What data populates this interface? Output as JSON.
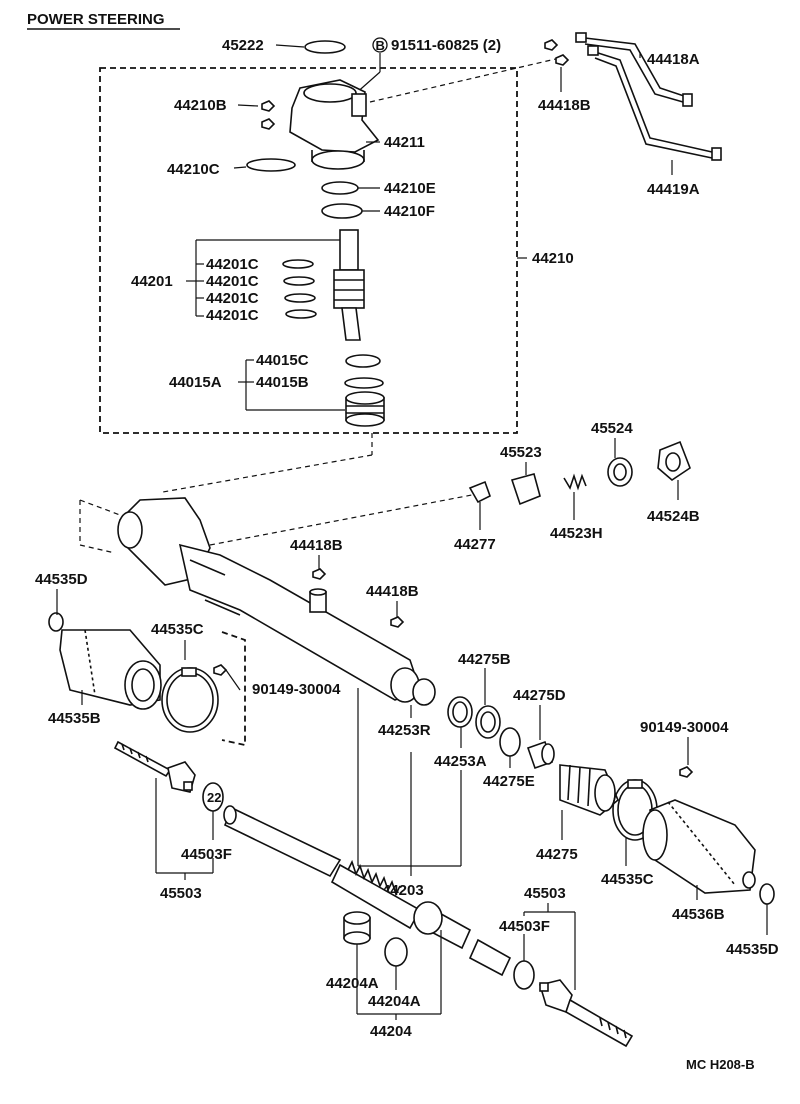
{
  "title": "POWER STEERING",
  "footer_code": "MC H208-B",
  "circled_b": "B",
  "labels": {
    "l45222": "45222",
    "l91511": "91511-60825 (2)",
    "l44418A": "44418A",
    "l44418B_top": "44418B",
    "l44419A": "44419A",
    "l44210B": "44210B",
    "l44211": "44211",
    "l44210C": "44210C",
    "l44210E": "44210E",
    "l44210F": "44210F",
    "l44201": "44201",
    "l44201C_1": "44201C",
    "l44201C_2": "44201C",
    "l44201C_3": "44201C",
    "l44201C_4": "44201C",
    "l44210": "44210",
    "l44015A": "44015A",
    "l44015C": "44015C",
    "l44015B": "44015B",
    "l45523": "45523",
    "l45524": "45524",
    "l44523H": "44523H",
    "l44524B": "44524B",
    "l44277": "44277",
    "l44418B_mid1": "44418B",
    "l44418B_mid2": "44418B",
    "l44535D_left": "44535D",
    "l44535C_left": "44535C",
    "l90149_left": "90149-30004",
    "l44535B": "44535B",
    "l44275B": "44275B",
    "l44275D": "44275D",
    "l44253R": "44253R",
    "l44253A": "44253A",
    "l44275E": "44275E",
    "l90149_right": "90149-30004",
    "l44203": "44203",
    "l44275": "44275",
    "l44535C_right": "44535C",
    "l44536B": "44536B",
    "l44535D_right": "44535D",
    "l44503F_left": "44503F",
    "l45503_left": "45503",
    "l45503_right": "45503",
    "l44503F_right": "44503F",
    "l44204A_1": "44204A",
    "l44204A_2": "44204A",
    "l44204": "44204"
  }
}
